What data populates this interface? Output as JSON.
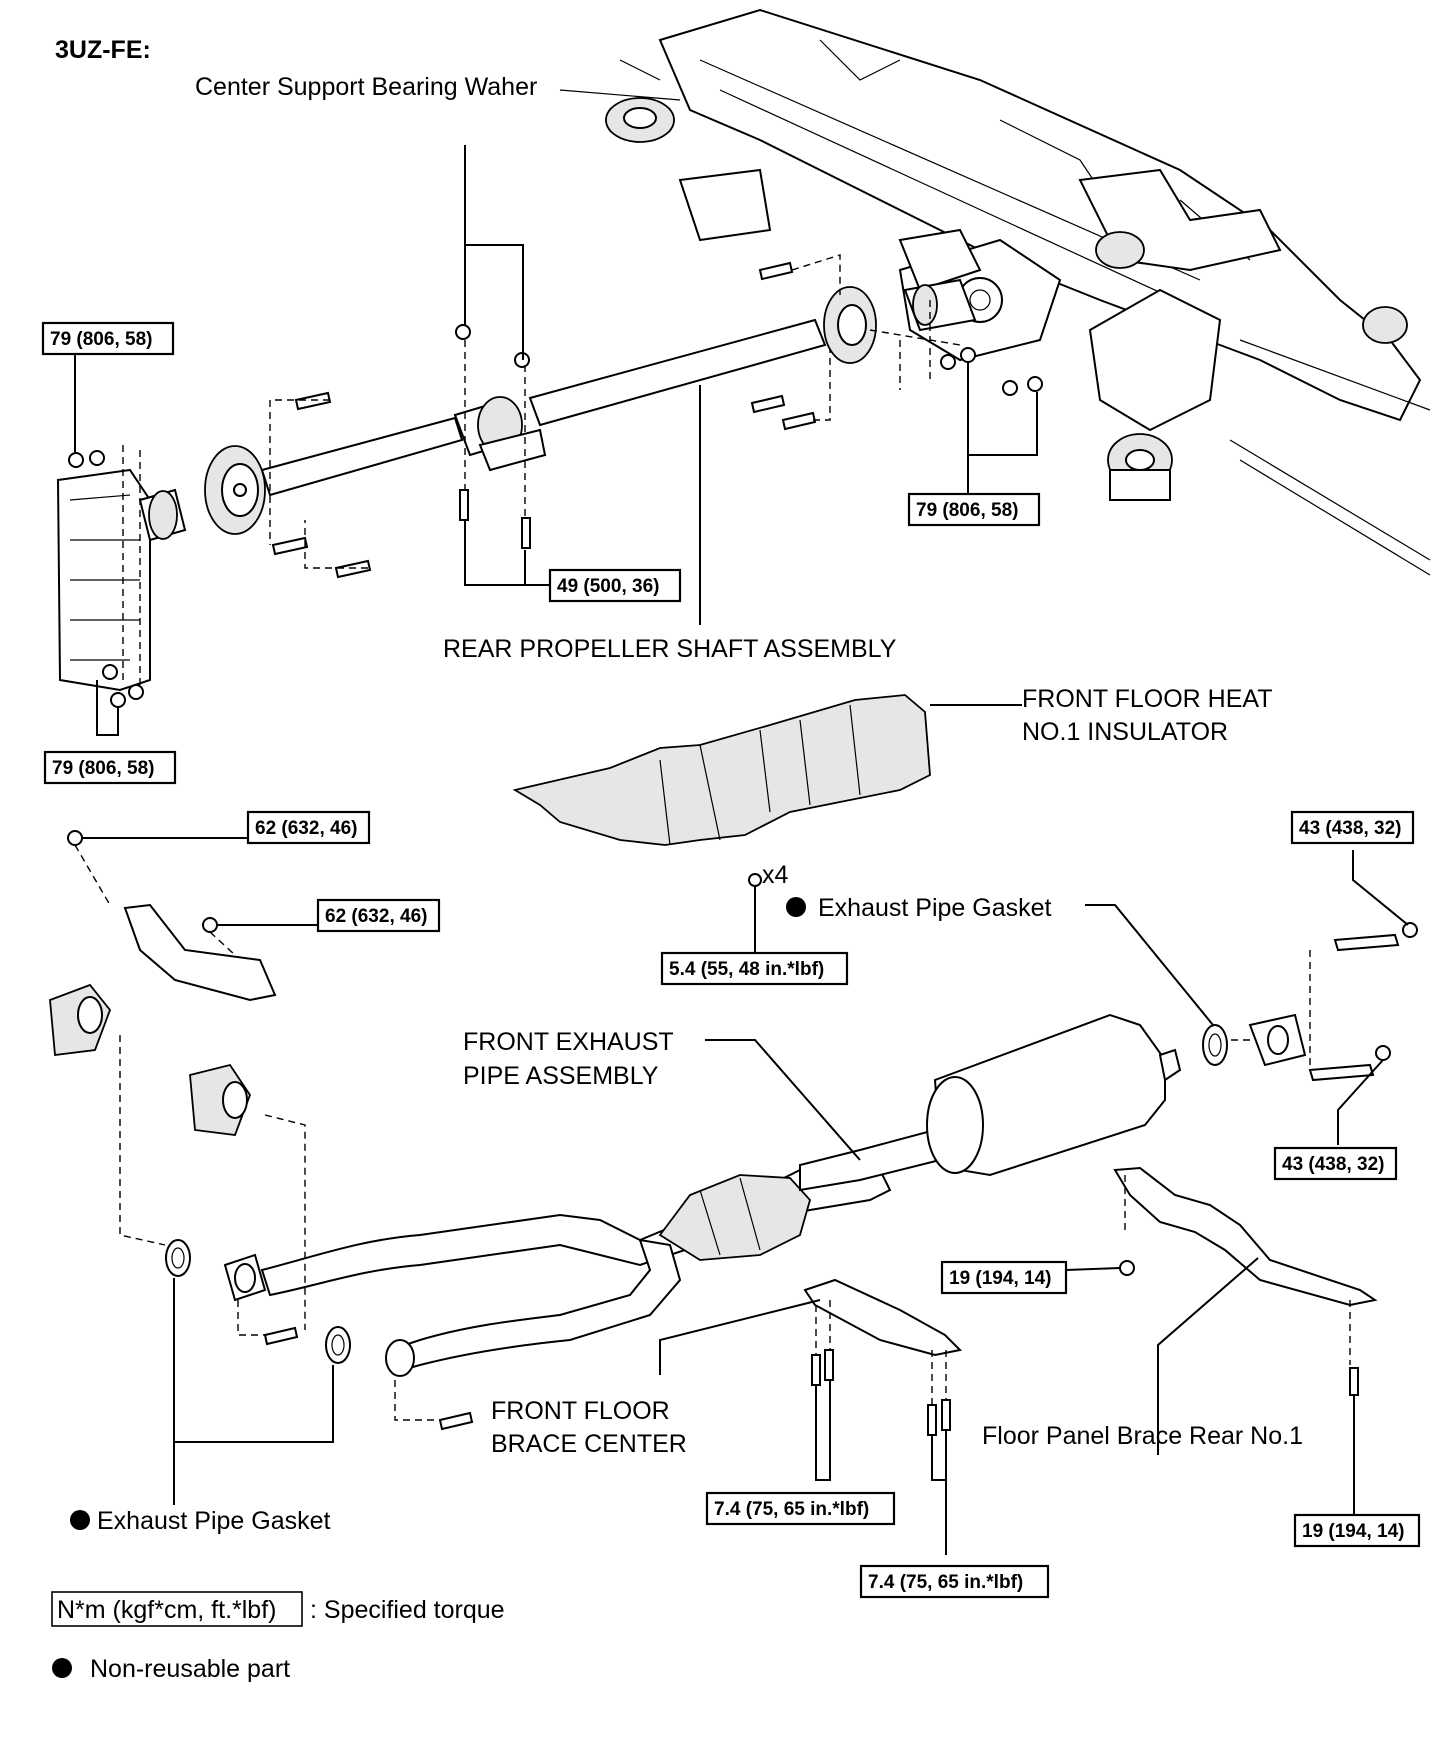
{
  "engine_code": "3UZ-FE:",
  "labels": {
    "center_support_bearing_washer": "Center Support Bearing Waher",
    "rear_propeller_shaft_assembly": "REAR PROPELLER SHAFT ASSEMBLY",
    "front_floor_heat_insulator_line1": "FRONT FLOOR HEAT",
    "front_floor_heat_insulator_line2": "NO.1 INSULATOR",
    "exhaust_pipe_gasket_right": "Exhaust Pipe Gasket",
    "front_exhaust_pipe_line1": "FRONT EXHAUST",
    "front_exhaust_pipe_line2": "PIPE ASSEMBLY",
    "front_floor_brace_center_line1": "FRONT FLOOR",
    "front_floor_brace_center_line2": "BRACE CENTER",
    "floor_panel_brace_rear": "Floor Panel Brace Rear No.1",
    "exhaust_pipe_gasket_left": "Exhaust Pipe Gasket",
    "insulator_bolt_count": "x4"
  },
  "torques": {
    "t_79_left_top": "79 (806, 58)",
    "t_79_right": "79 (806, 58)",
    "t_49": "49 (500, 36)",
    "t_79_left_bottom": "79 (806, 58)",
    "t_62_top": "62 (632, 46)",
    "t_62_mid": "62 (632, 46)",
    "t_5_4": "5.4 (55, 48 in.*lbf)",
    "t_43_top": "43 (438, 32)",
    "t_43_bottom": "43 (438, 32)",
    "t_19_left": "19 (194, 14)",
    "t_19_right": "19 (194, 14)",
    "t_7_4_a": "7.4 (75, 65 in.*lbf)",
    "t_7_4_b": "7.4 (75, 65 in.*lbf)"
  },
  "legend": {
    "torque_box": "N*m (kgf*cm, ft.*lbf)",
    "torque_desc": ": Specified torque",
    "nonreusable_desc": "Non-reusable part"
  }
}
